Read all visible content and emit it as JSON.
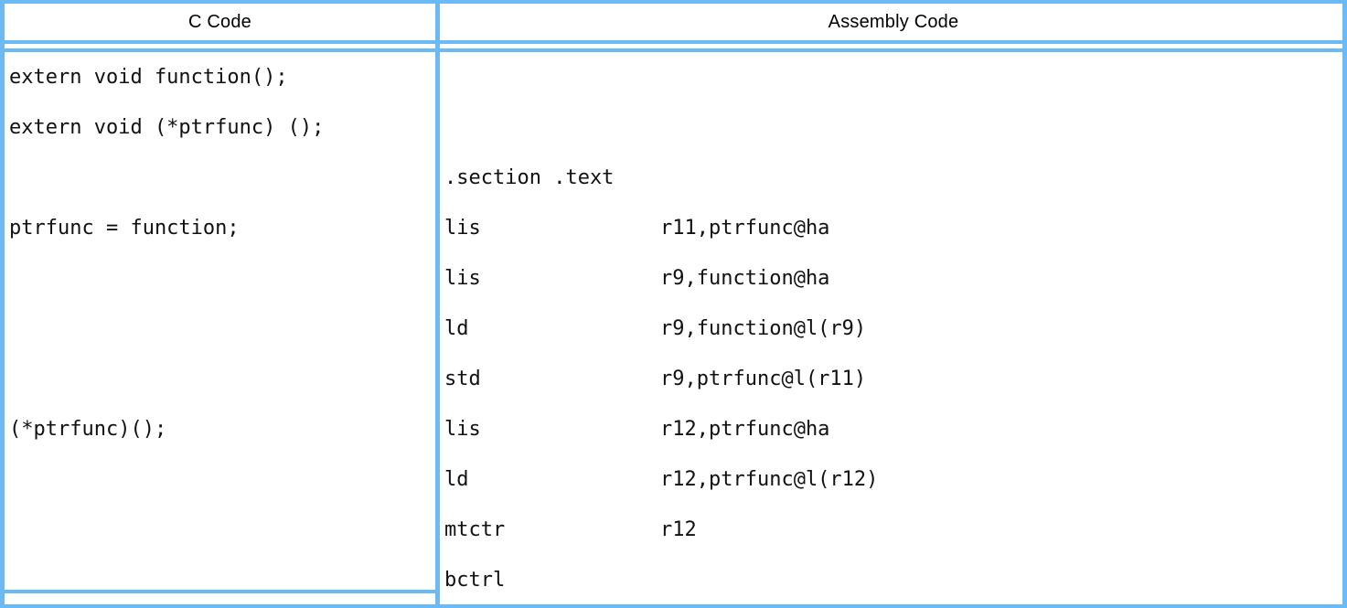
{
  "table": {
    "border_color": "#6cbaf5",
    "headers": {
      "left": "C Code",
      "right": "Assembly Code"
    },
    "c_code": {
      "lines": [
        "extern void function();",
        "extern void (*ptrfunc) ();",
        "",
        "ptrfunc = function;",
        "",
        "",
        "",
        "(*ptrfunc)();",
        "",
        "",
        ""
      ]
    },
    "assembly_code": {
      "lines": [
        {
          "mnemonic": "",
          "operand": ""
        },
        {
          "mnemonic": "",
          "operand": ""
        },
        {
          "mnemonic": ".section .text",
          "operand": ""
        },
        {
          "mnemonic": "lis",
          "operand": "r11,ptrfunc@ha"
        },
        {
          "mnemonic": "lis",
          "operand": "r9,function@ha"
        },
        {
          "mnemonic": "ld",
          "operand": "r9,function@l(r9)"
        },
        {
          "mnemonic": "std",
          "operand": "r9,ptrfunc@l(r11)"
        },
        {
          "mnemonic": "lis",
          "operand": "r12,ptrfunc@ha"
        },
        {
          "mnemonic": "ld",
          "operand": "r12,ptrfunc@l(r12)"
        },
        {
          "mnemonic": "mtctr",
          "operand": "r12"
        },
        {
          "mnemonic": "bctrl",
          "operand": ""
        }
      ]
    }
  }
}
